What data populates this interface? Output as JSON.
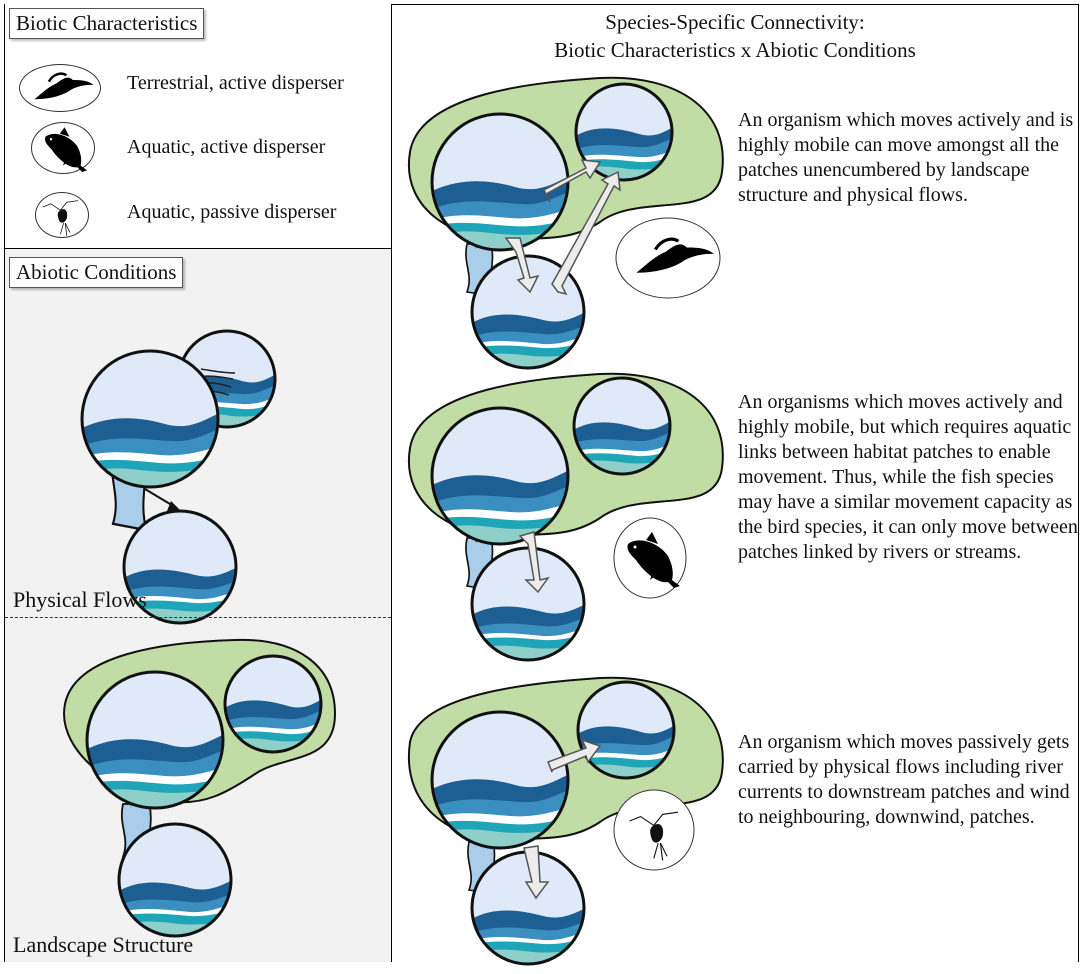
{
  "title": {
    "line1": "Species-Specific Connectivity:",
    "line2": "Biotic Characteristics x Abiotic Conditions"
  },
  "biotic": {
    "header": "Biotic Characteristics",
    "items": [
      {
        "label": "Terrestrial, active disperser",
        "icon": "bird-icon"
      },
      {
        "label": "Aquatic, active disperser",
        "icon": "fish-icon"
      },
      {
        "label": "Aquatic, passive disperser",
        "icon": "zooplankton-icon"
      }
    ]
  },
  "abiotic": {
    "header": "Abiotic Conditions",
    "physical_flows_label": "Physical Flows",
    "landscape_structure_label": "Landscape Structure"
  },
  "descriptions": [
    "An organism which moves actively and is highly mobile can move amongst all the patches unencumbered by landscape structure and physical flows.",
    "An organisms which moves actively and highly mobile, but which requires aquatic links between habitat patches to enable movement.  Thus, while the fish species may have a similar movement capacity as the bird species, it can only move between patches linked by rivers or streams.",
    "An organism which moves passively gets carried by physical flows including river currents to downstream patches and wind to neighbouring, downwind, patches."
  ],
  "colors": {
    "landscape_green": "#c2dca6",
    "water_light": "#dfe9f7",
    "wave_dark": "#1e5f93",
    "wave_mid": "#3a8fc0",
    "wave_teal": "#1fa5b8",
    "wave_pale": "#8fcfc9",
    "abiotic_bg": "#f2f2f2"
  }
}
